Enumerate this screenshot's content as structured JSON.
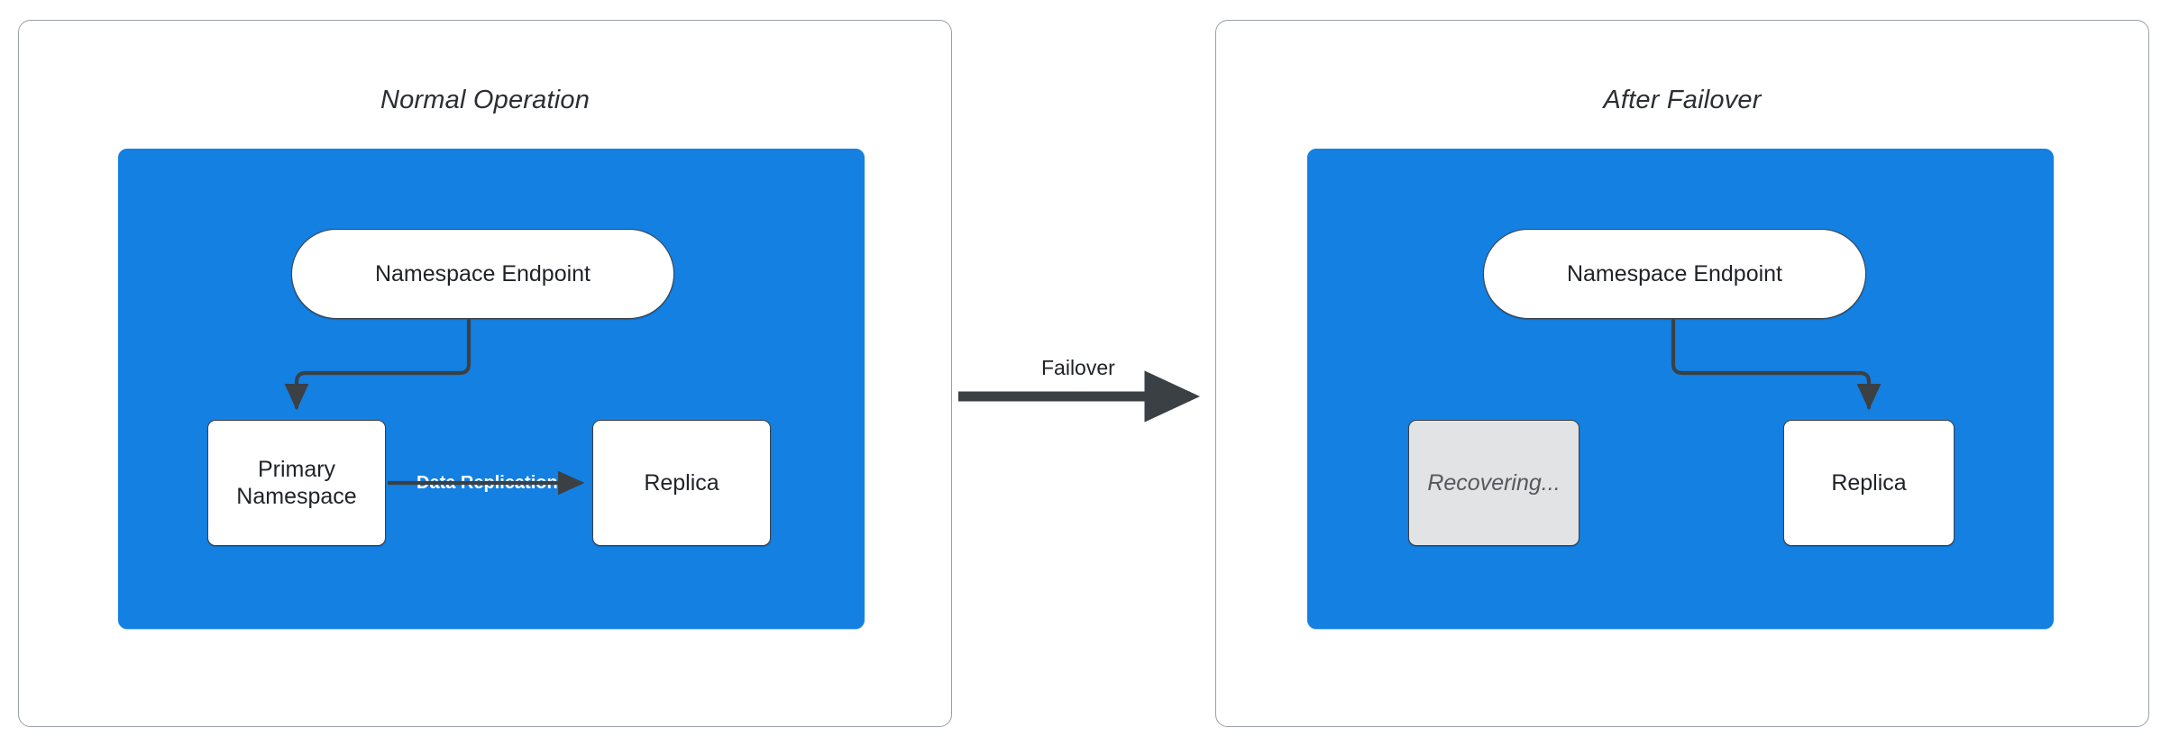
{
  "diagram": {
    "title_hidden": "",
    "colors": {
      "blue_region": "#1380e2",
      "node_border": "#3b4045",
      "node_fill": "#ffffff",
      "dimmed_fill": "#e1e3e5",
      "arrow": "#3b4045",
      "panel_border": "#9aa0a6",
      "replication_label": "#ffffff"
    },
    "panels": [
      {
        "id": "normal-operation",
        "title": "Normal Operation",
        "nodes": [
          {
            "id": "endpoint-left",
            "label": "Namespace Endpoint",
            "shape": "pill",
            "state": "active"
          },
          {
            "id": "primary",
            "label": "Primary\nNamespace",
            "shape": "rect",
            "state": "active"
          },
          {
            "id": "replica-left",
            "label": "Replica",
            "shape": "rect",
            "state": "active"
          }
        ],
        "edges": [
          {
            "from": "endpoint-left",
            "to": "primary",
            "label": "",
            "style": "elbow-arrow"
          },
          {
            "from": "primary",
            "to": "replica-left",
            "label": "Data Replication",
            "style": "straight-arrow"
          }
        ]
      },
      {
        "id": "after-failover",
        "title": "After Failover",
        "nodes": [
          {
            "id": "endpoint-right",
            "label": "Namespace Endpoint",
            "shape": "pill",
            "state": "active"
          },
          {
            "id": "recovering",
            "label": "Recovering...",
            "shape": "rect",
            "state": "dimmed"
          },
          {
            "id": "replica-right",
            "label": "Replica",
            "shape": "rect",
            "state": "active"
          }
        ],
        "edges": [
          {
            "from": "endpoint-right",
            "to": "replica-right",
            "label": "",
            "style": "elbow-arrow"
          }
        ]
      }
    ],
    "transition": {
      "label": "Failover",
      "from_panel": "normal-operation",
      "to_panel": "after-failover"
    }
  },
  "nodes": {
    "endpoint_left": "Namespace Endpoint",
    "primary_line1": "Primary",
    "primary_line2": "Namespace",
    "replica_left": "Replica",
    "endpoint_right": "Namespace Endpoint",
    "recovering": "Recovering...",
    "replica_right": "Replica"
  },
  "labels": {
    "panel_left_title": "Normal Operation",
    "panel_right_title": "After Failover",
    "data_replication": "Data Replication",
    "failover": "Failover"
  }
}
